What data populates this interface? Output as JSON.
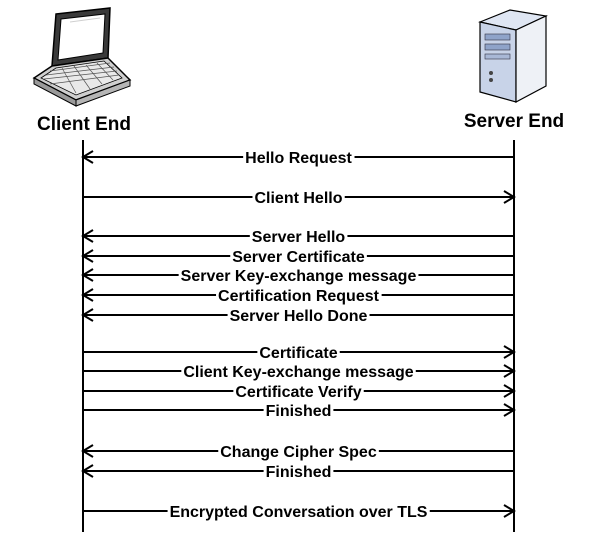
{
  "actors": {
    "client": {
      "label": "Client End",
      "icon": "laptop-icon"
    },
    "server": {
      "label": "Server End",
      "icon": "server-tower-icon"
    }
  },
  "messages": [
    {
      "label": "Hello Request",
      "direction": "server-to-client"
    },
    {
      "label": "Client Hello",
      "direction": "client-to-server"
    },
    {
      "label": "Server Hello",
      "direction": "server-to-client"
    },
    {
      "label": "Server Certificate",
      "direction": "server-to-client"
    },
    {
      "label": "Server Key-exchange message",
      "direction": "server-to-client"
    },
    {
      "label": "Certification Request",
      "direction": "server-to-client"
    },
    {
      "label": "Server Hello Done",
      "direction": "server-to-client"
    },
    {
      "label": "Certificate",
      "direction": "client-to-server"
    },
    {
      "label": "Client Key-exchange message",
      "direction": "client-to-server"
    },
    {
      "label": "Certificate Verify",
      "direction": "client-to-server"
    },
    {
      "label": "Finished",
      "direction": "client-to-server"
    },
    {
      "label": "Change Cipher Spec",
      "direction": "server-to-client"
    },
    {
      "label": "Finished",
      "direction": "server-to-client"
    },
    {
      "label": "Encrypted Conversation over TLS",
      "direction": "client-to-server"
    }
  ]
}
